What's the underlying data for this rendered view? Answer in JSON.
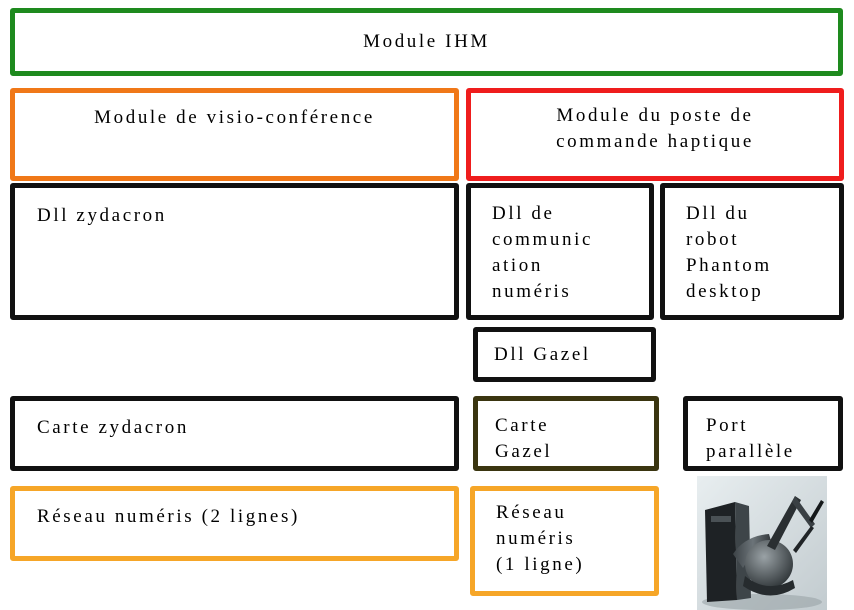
{
  "modules": {
    "ihm": "Module IHM",
    "visio": "Module de visio-conférence",
    "haptique": "Module du poste de\ncommande haptique"
  },
  "dlls": {
    "zydacron": "Dll zydacron",
    "communication": "Dll de\ncommunic\nation\nnuméris",
    "phantom": "Dll du\nrobot\nPhantom\ndesktop",
    "gazel": "Dll Gazel"
  },
  "cards": {
    "zydacron": "Carte zydacron",
    "gazel": "Carte\nGazel",
    "port": "Port\nparallèle"
  },
  "networks": {
    "two_lines": "Réseau numéris (2 lignes)",
    "one_line": "Réseau\nnuméris\n(1 ligne)"
  },
  "colors": {
    "green": "#1e8a1e",
    "orange": "#f07818",
    "red": "#ef1d1d",
    "black": "#111111",
    "olive": "#3a3510",
    "amber": "#f6a628"
  }
}
